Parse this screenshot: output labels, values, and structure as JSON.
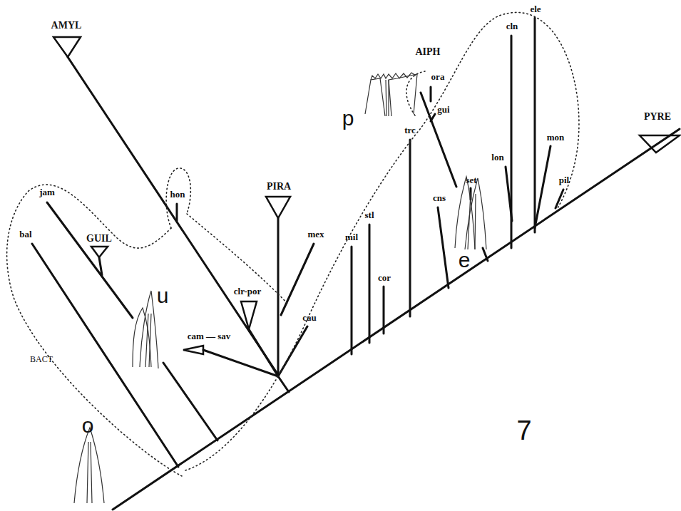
{
  "diagram": {
    "labels": [
      "AMYL",
      "hon",
      "jam",
      "bal",
      "GUIL",
      "u",
      "cam — sav",
      "clr-por",
      "PIRA",
      "mex",
      "cau",
      "BACT",
      "o",
      "mil",
      "stl",
      "cor",
      "trc",
      "AIPH",
      "ora",
      "gui",
      "p",
      "set",
      "cns",
      "e",
      "cln",
      "ele",
      "lon",
      "mon",
      "pil",
      "PYRE",
      "7"
    ]
  }
}
